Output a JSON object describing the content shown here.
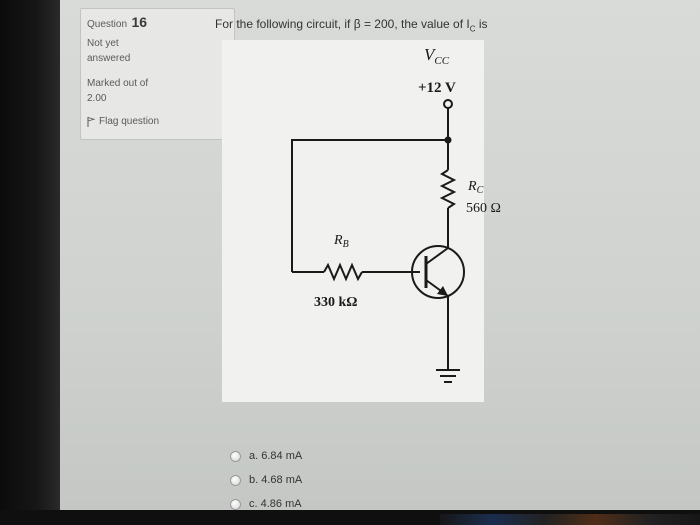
{
  "sidebar": {
    "question_label": "Question",
    "question_number": "16",
    "status_line1": "Not yet",
    "status_line2": "answered",
    "marked_line1": "Marked out of",
    "marked_line2": "2.00",
    "flag_label": "Flag question"
  },
  "question": {
    "prefix": "For the following circuit, if β = 200, the value of I",
    "subscript": "C",
    "suffix": " is"
  },
  "circuit": {
    "vcc_label": "V",
    "vcc_sub": "CC",
    "vcc_value": "+12 V",
    "rc_label": "R",
    "rc_sub": "C",
    "rc_value": "560 Ω",
    "rb_label": "R",
    "rb_sub": "B",
    "rb_value": "330 kΩ"
  },
  "answers": [
    {
      "label": "a. 6.84 mA"
    },
    {
      "label": "b. 4.68 mA"
    },
    {
      "label": "c. 4.86 mA"
    }
  ],
  "colors": {
    "screen_bg": "#d3d5d2",
    "circuit_bg": "#f1f1ef",
    "ink": "#1a1a1a"
  }
}
